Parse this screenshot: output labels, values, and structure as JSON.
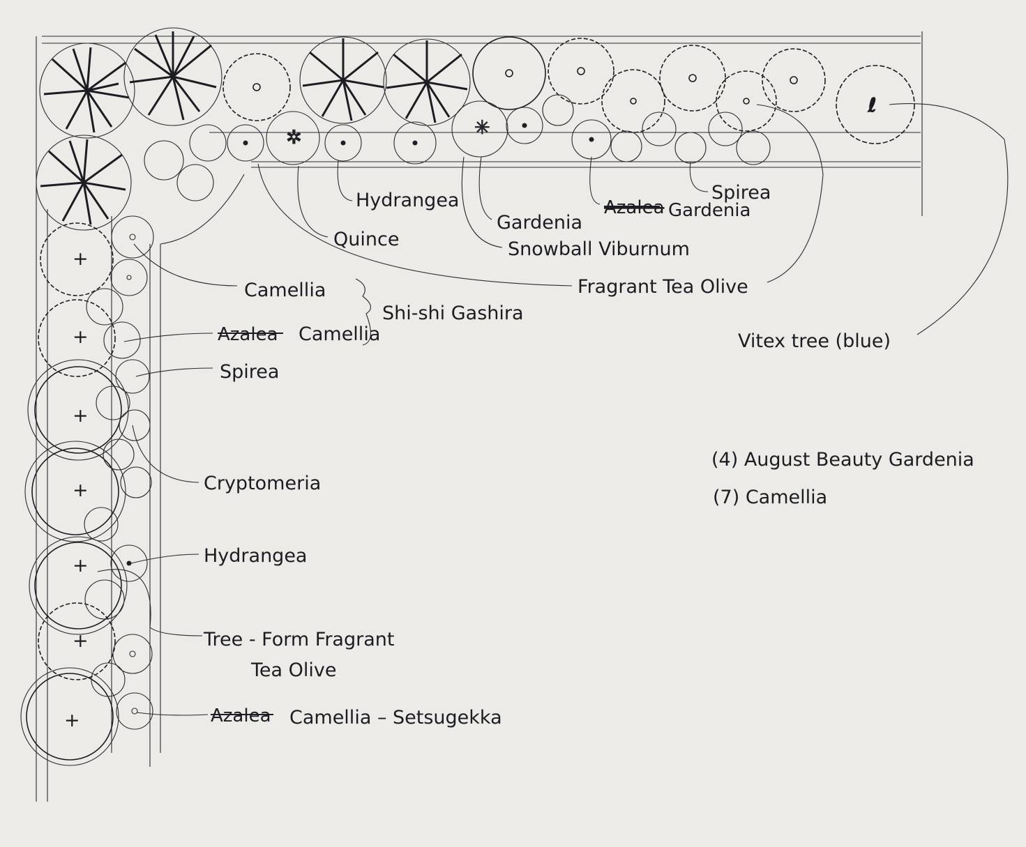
{
  "labels": {
    "hydrangea_top": "Hydrangea",
    "quince": "Quince",
    "gardenia_top": "Gardenia",
    "snowball": "Snowball Viburnum",
    "azalea_top_struck": "Azalea",
    "gardenia_top2": "Gardenia",
    "spirea_top": "Spirea",
    "camellia_left": "Camellia",
    "shishi": "Shi-shi Gashira",
    "fragrant_tea_olive": "Fragrant Tea Olive",
    "azalea_left_struck": "Azalea",
    "camellia_left2": "Camellia",
    "spirea_left": "Spirea",
    "vitex": "Vitex tree (blue)",
    "cryptomeria": "Cryptomeria",
    "hydrangea_left": "Hydrangea",
    "tree_form_1": "Tree - Form  Fragrant",
    "tree_form_2": "Tea Olive",
    "azalea_bottom_struck": "Azalea",
    "camellia_setsugekka": "Camellia  –  Setsugekka"
  },
  "notes": {
    "line1": "(4) August Beauty Gardenia",
    "line2": "(7) Camellia"
  }
}
